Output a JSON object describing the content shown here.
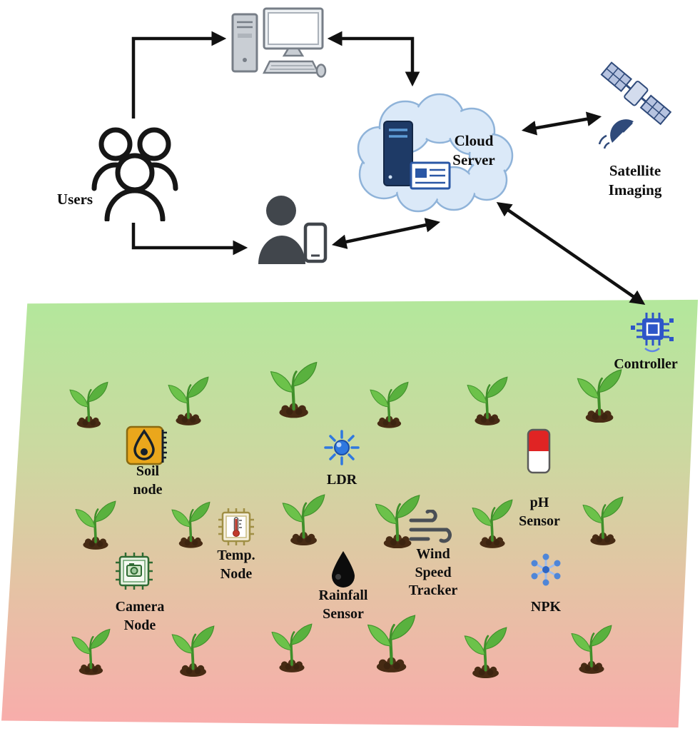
{
  "figure": {
    "labels": {
      "users": "Users",
      "cloud_server": "Cloud Server",
      "satellite_imaging": "Satellite Imaging",
      "controller": "Controller"
    },
    "sensors": [
      {
        "id": "soil-node",
        "label": "Soil node"
      },
      {
        "id": "ldr",
        "label": "LDR"
      },
      {
        "id": "ph-sensor",
        "label": "pH Sensor"
      },
      {
        "id": "temp-node",
        "label": "Temp. Node"
      },
      {
        "id": "wind-speed-tracker",
        "label": "Wind Speed Tracker"
      },
      {
        "id": "rainfall-sensor",
        "label": "Rainfall Sensor"
      },
      {
        "id": "camera-node",
        "label": "Camera Node"
      },
      {
        "id": "npk",
        "label": "NPK"
      }
    ],
    "icons": [
      "desktop-computer-icon",
      "users-icon",
      "person-with-phone-icon",
      "cloud-server-icon",
      "satellite-icon",
      "controller-chip-icon",
      "soil-moisture-icon",
      "ldr-sun-icon",
      "ph-probe-icon",
      "temperature-chip-icon",
      "wind-icon",
      "raindrop-icon",
      "camera-chip-icon",
      "npk-molecule-icon",
      "plant-seedling-icon"
    ],
    "colors": {
      "field_top": "#b4e79c",
      "field_bottom": "#f8adab",
      "cloud_fill": "#dbe9f8",
      "cloud_stroke": "#8fb3d9",
      "server_navy": "#1e3a66",
      "arrow": "#111111",
      "soil_node_accent": "#eaa71c",
      "ldr_accent": "#2f78e0",
      "ph_accent": "#e02424",
      "controller_accent": "#2d55c8"
    }
  }
}
